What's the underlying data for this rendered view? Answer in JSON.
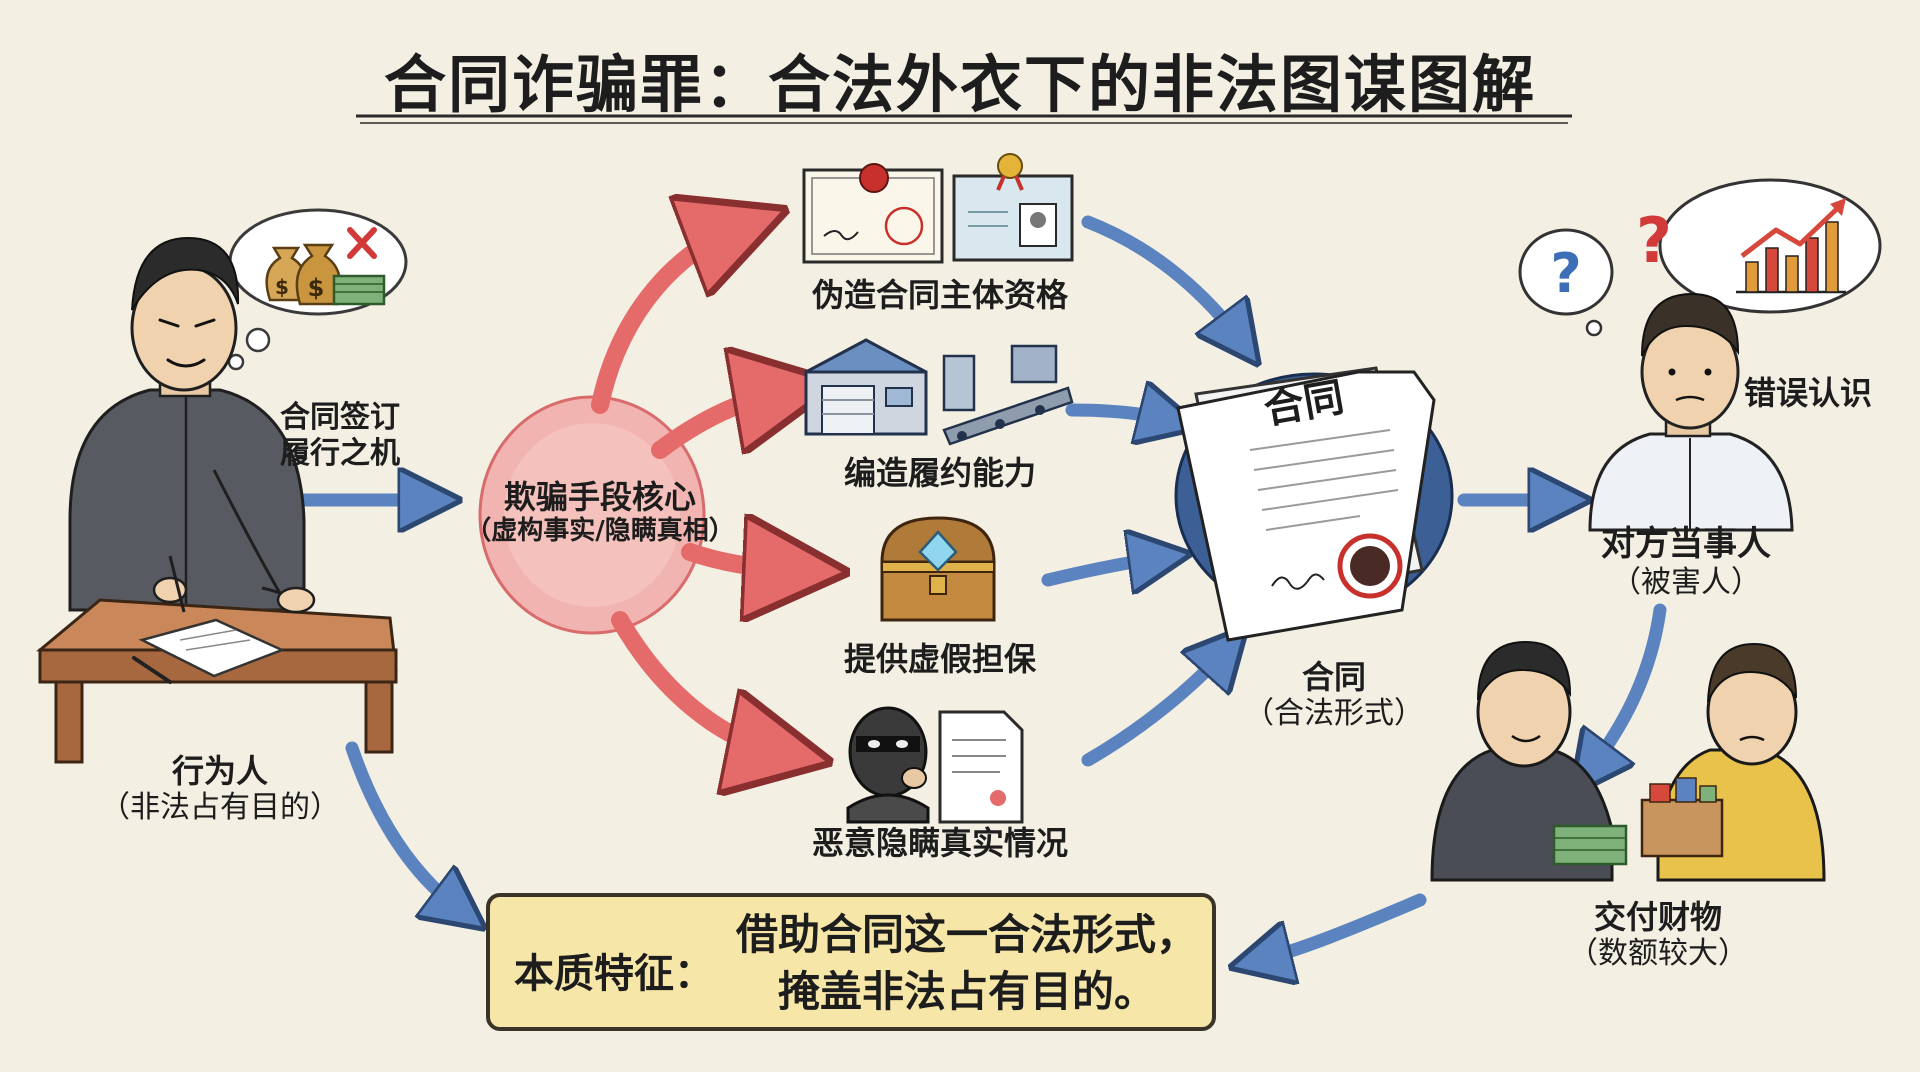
{
  "title": "合同诈骗罪：合法外衣下的非法图谋图解",
  "actor": {
    "label": "行为人",
    "sub": "（非法占有目的）"
  },
  "trigger": {
    "line1": "合同签订",
    "line2": "履行之机"
  },
  "core": {
    "label": "欺骗手段核心",
    "sub": "（虚构事实/隐瞒真相）"
  },
  "methods": [
    {
      "label": "伪造合同主体资格"
    },
    {
      "label": "编造履约能力"
    },
    {
      "label": "提供虚假担保"
    },
    {
      "label": "恶意隐瞒真实情况"
    }
  ],
  "contract": {
    "doc_title": "合同",
    "label": "合同",
    "sub": "（合法形式）"
  },
  "misconception": "错误认识",
  "victim": {
    "label": "对方当事人",
    "sub": "（被害人）"
  },
  "delivery": {
    "label": "交付财物",
    "sub": "（数额较大）"
  },
  "essence": {
    "head": "本质特征：",
    "line1": "借助合同这一合法形式，",
    "line2": "掩盖非法占有目的。"
  },
  "icons": [
    "money-bag-icon",
    "cross-icon",
    "cash-stack-icon",
    "certificate-icon",
    "id-card-icon",
    "warehouse-icon",
    "factory-conveyor-icon",
    "treasure-chest-icon",
    "masked-person-icon",
    "document-icon",
    "question-mark-icon",
    "rising-chart-icon",
    "seal-icon"
  ],
  "colors": {
    "background": "#f4efe3",
    "red_arrow": "#e56a6a",
    "blue_arrow": "#5b83bf",
    "essence_box": "#f6e6a8",
    "contract_circle": "#2f4f86",
    "seal": "#c8302c"
  }
}
